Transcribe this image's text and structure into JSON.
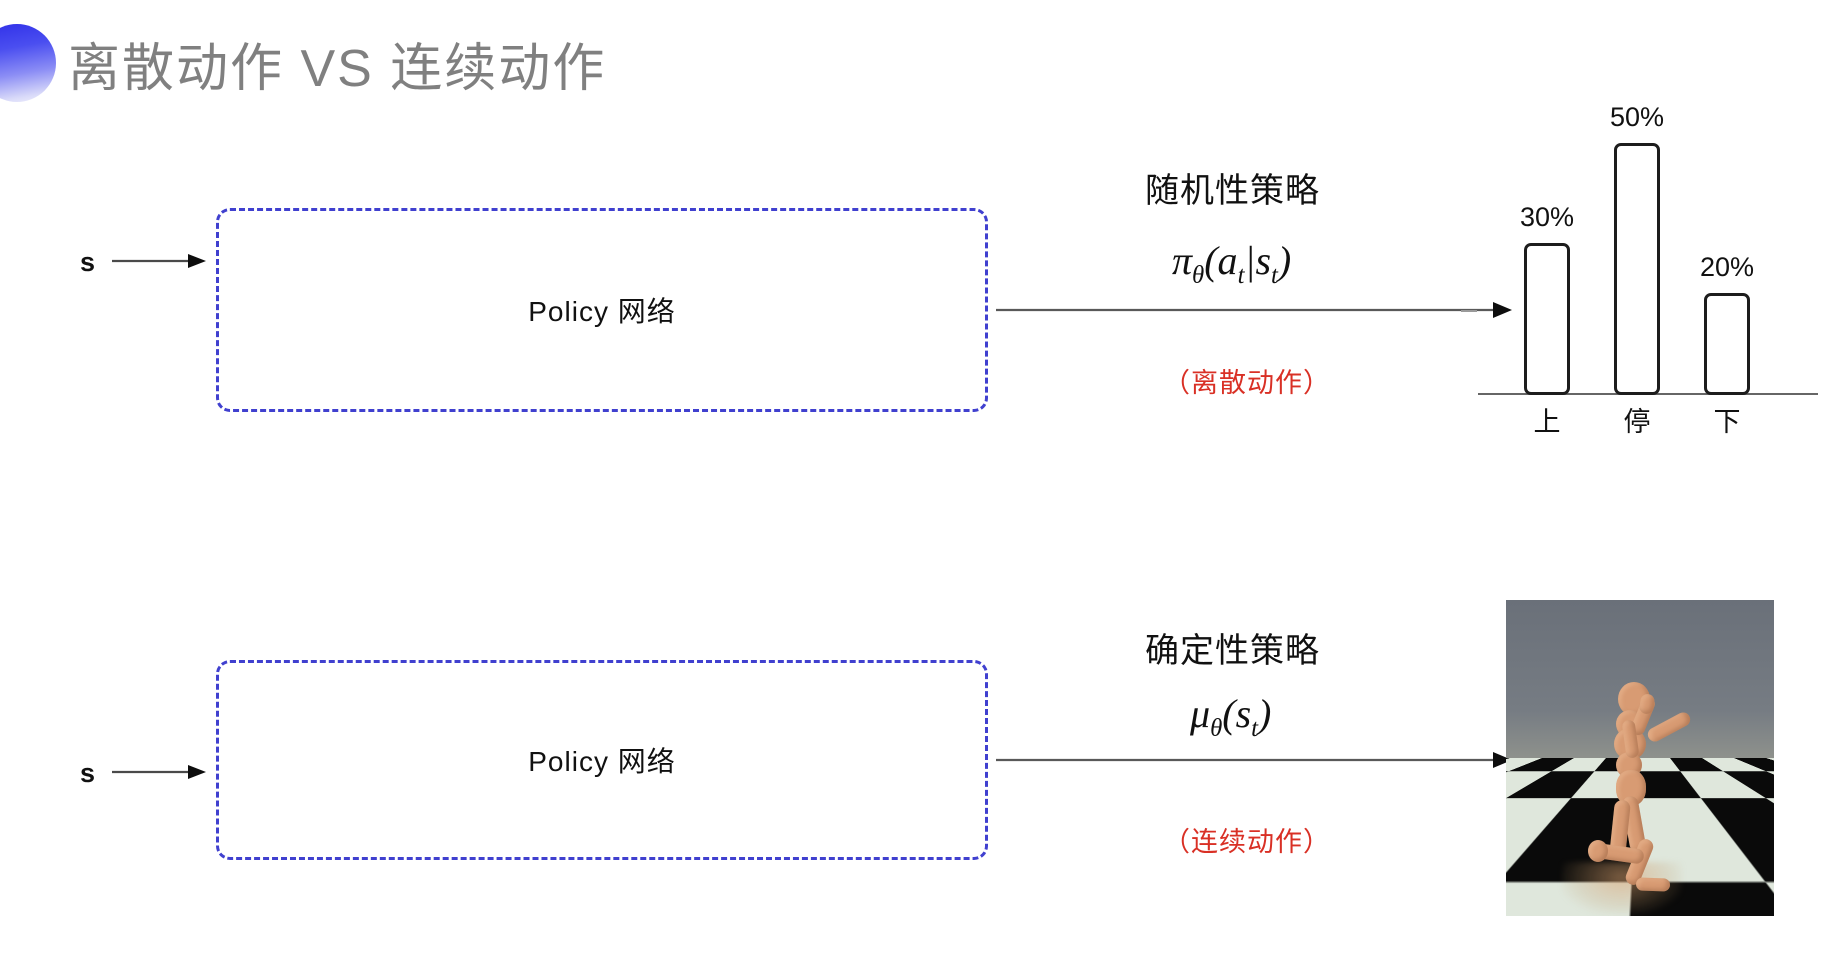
{
  "title": {
    "text": "离散动作 VS 连续动作",
    "accent_color": "#3b3fe0",
    "text_color": "#808080"
  },
  "rows": [
    {
      "id": "discrete",
      "input_label": "s",
      "box_label": "Policy 网络",
      "policy_name": "随机性策略",
      "formula_main": "π",
      "formula_sub_theta": "θ",
      "formula_rest": "(a",
      "formula_sub_t1": "t",
      "formula_mid": "|s",
      "formula_sub_t2": "t",
      "formula_end": ")",
      "note": "（离散动作）",
      "note_color": "#d93025"
    },
    {
      "id": "continuous",
      "input_label": "s",
      "box_label": "Policy 网络",
      "policy_name": "确定性策略",
      "formula_main": "μ",
      "formula_sub_theta": "θ",
      "formula_rest": "(s",
      "formula_sub_t1": "t",
      "formula_end": ")",
      "note": "（连续动作）",
      "note_color": "#d93025"
    }
  ],
  "chart_data": {
    "type": "bar",
    "title": "",
    "xlabel": "",
    "ylabel": "",
    "categories": [
      "上",
      "停",
      "下"
    ],
    "values": [
      30,
      50,
      20
    ],
    "value_labels": [
      "30%",
      "50%",
      "20%"
    ],
    "ylim": [
      0,
      60
    ],
    "grid": false,
    "legend": "none",
    "bar_fill": "#ffffff",
    "bar_stroke": "#1d1d1d",
    "axis_color": "#666666"
  },
  "simulation": {
    "name": "humanoid-simulation",
    "sky_color": "#70767e",
    "floor_light": "#dfe7dc",
    "floor_dark": "#0a0a0a",
    "body_color": "#d89b73"
  }
}
